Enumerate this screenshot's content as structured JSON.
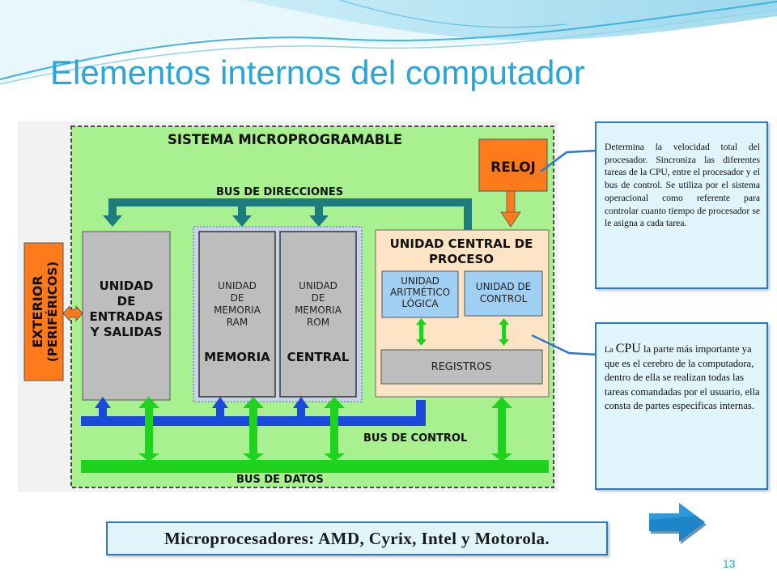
{
  "slide": {
    "title": "Elementos internos del computador",
    "page_number": "13"
  },
  "diagram": {
    "system_label": "SISTEMA MICROPROGRAMABLE",
    "clock_label": "RELOJ",
    "bus_direcciones": "BUS DE DIRECCIONES",
    "bus_control": "BUS DE CONTROL",
    "bus_datos": "BUS DE DATOS",
    "exterior_line1": "EXTERIOR",
    "exterior_line2": "(PERIFÉRICOS)",
    "io_unit": [
      "UNIDAD",
      "DE",
      "ENTRADAS",
      "Y SALIDAS"
    ],
    "ram_unit": [
      "UNIDAD",
      "DE",
      "MEMORIA",
      "RAM"
    ],
    "rom_unit": [
      "UNIDAD",
      "DE",
      "MEMORIA",
      "ROM"
    ],
    "memory_label": "MEMORIA",
    "central_label": "CENTRAL",
    "cpu_title": [
      "UNIDAD CENTRAL DE",
      "PROCESO"
    ],
    "alu": [
      "UNIDAD",
      "ARITMÉTICO",
      "LÓGICA"
    ],
    "control_unit": [
      "UNIDAD DE",
      "CONTROL"
    ],
    "registers": "REGISTROS"
  },
  "callouts": {
    "clock_text": "Determina la velocidad total del procesador. Sincroniza las diferentes tareas de la CPU, entre el procesador y el bus de control. Se utiliza por el sistema operacional como referente para controlar cuanto tiempo de procesador se le asigna a cada tarea.",
    "cpu_la": "La",
    "cpu_word": "CPU",
    "cpu_text": "la parte más importante ya que es el cerebro de la computadora, dentro de ella se realizan todas las tareas comandadas por el usuario, ella consta de partes especificas internas."
  },
  "footer": {
    "processors": "Microprocesadores: AMD, Cyrix, Intel y Motorola."
  },
  "navigation": {
    "next_icon": "right-arrow-icon"
  },
  "colors": {
    "title": "#2aa5d8",
    "system_bg": "#a8f090",
    "unit_gray": "#bdbdbd",
    "cpu_bg": "#fde4c4",
    "sub_unit_blue": "#9fd0f4",
    "orange": "#ff7a1a",
    "bus_blue": "#1a4adc",
    "bus_green": "#1ed21e",
    "teal_bus": "#1f7c7c",
    "callout_bg": "#dff4fb",
    "callout_border": "#2e78c8",
    "nav_arrow": "#1e86c8"
  }
}
